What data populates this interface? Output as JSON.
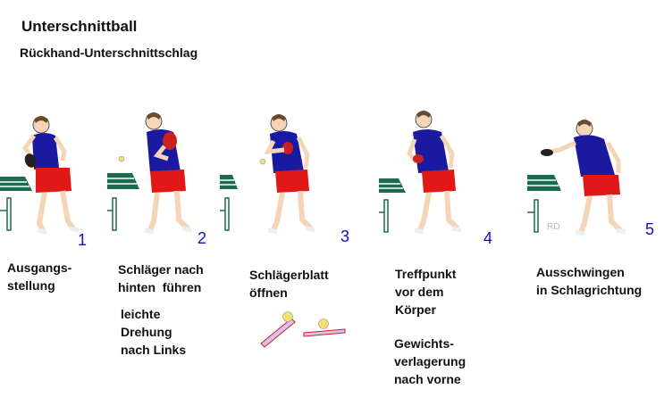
{
  "header": {
    "title": "Unterschnittball",
    "subtitle": "Rückhand-Unterschnittschlag"
  },
  "steps": [
    {
      "number": "1",
      "caption": "Ausgangs-\nstellung",
      "note": ""
    },
    {
      "number": "2",
      "caption": "Schläger nach\nhinten  führen",
      "note": "leichte\nDrehung\nnach Links"
    },
    {
      "number": "3",
      "caption": "Schlägerblatt\nöffnen",
      "note": ""
    },
    {
      "number": "4",
      "caption": "Treffpunkt\nvor dem\nKörper",
      "note": "Gewichts-\nverlagerung\nnach vorne"
    },
    {
      "number": "5",
      "caption": "Ausschwingen\nin Schlagrichtung",
      "note": ""
    }
  ],
  "watermark": "RD",
  "colors": {
    "shirt": "#1a1aa0",
    "shorts": "#e01818",
    "table": "#1a6b50",
    "racket": "#cc2020",
    "ball": "#f2e070",
    "number": "#1010c8"
  }
}
